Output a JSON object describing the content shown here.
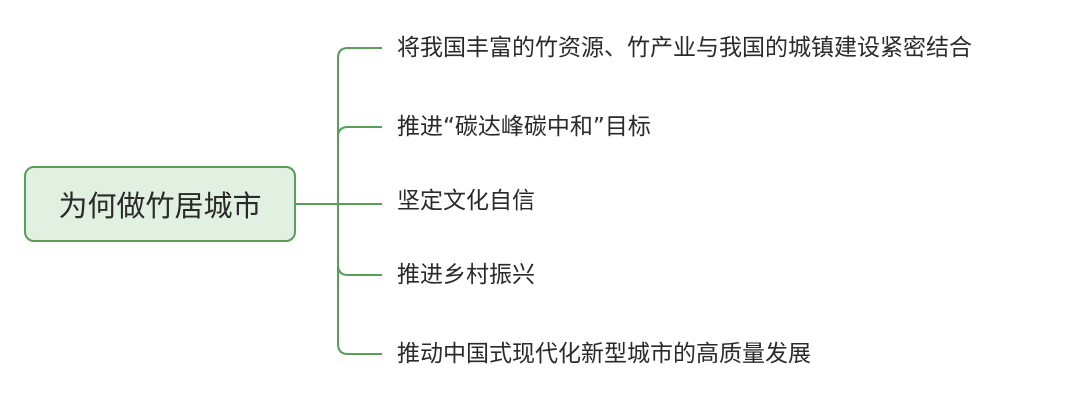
{
  "root": {
    "label": "为何做竹居城市"
  },
  "branches": [
    {
      "label": "将我国丰富的竹资源、竹产业与我国的城镇建设紧密结合"
    },
    {
      "label": "推进“碳达峰碳中和”目标"
    },
    {
      "label": "坚定文化自信"
    },
    {
      "label": "推进乡村振兴"
    },
    {
      "label": "推动中国式现代化新型城市的高质量发展"
    }
  ],
  "colors": {
    "connector": "#5a9e5a",
    "root_fill": "#e2f0e2",
    "root_border": "#5a9e5a",
    "text": "#2a2a2a"
  }
}
